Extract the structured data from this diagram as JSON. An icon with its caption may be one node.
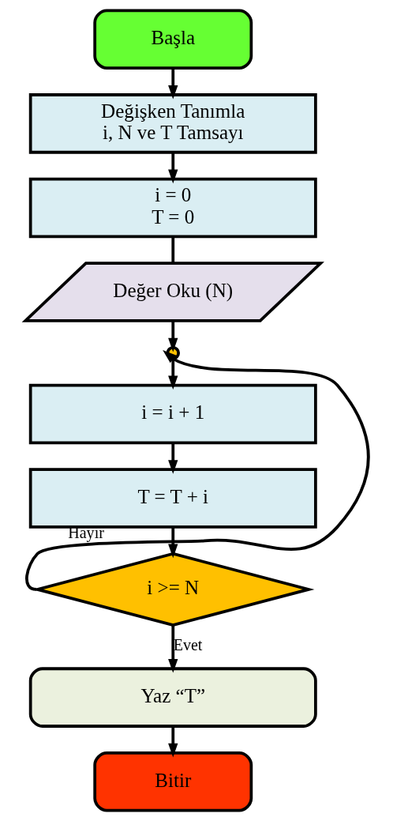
{
  "diagram": {
    "nodes": [
      {
        "text": [
          "Başla"
        ]
      },
      {
        "text": [
          "Değişken Tanımla",
          "i, N ve T Tamsayı"
        ]
      },
      {
        "text": [
          "i = 0",
          "T = 0"
        ]
      },
      {
        "text": [
          "Değer Oku (N)"
        ]
      },
      {
        "text": [],
        "shape": "circle"
      },
      {
        "text": [
          "i = i + 1"
        ]
      },
      {
        "text": [
          "T = T + i"
        ]
      },
      {
        "text": [
          "i >= N"
        ]
      },
      {
        "text": [
          "Yaz “T”"
        ]
      },
      {
        "text": [
          "Bitir"
        ]
      }
    ],
    "edges": [
      {
        "from": 0,
        "to": 1,
        "arrow": "to"
      },
      {
        "from": 1,
        "to": 2,
        "arrow": "to"
      },
      {
        "from": 2,
        "to": 3,
        "arrow": "none"
      },
      {
        "from": 3,
        "to": 4,
        "arrow": "to"
      },
      {
        "from": 4,
        "to": 5,
        "arrow": "to"
      },
      {
        "from": 5,
        "to": 6,
        "arrow": "to"
      },
      {
        "from": 6,
        "to": 7,
        "arrow": "to"
      },
      {
        "from": 7,
        "to": 4,
        "arrow": "to",
        "label": "Hayır"
      },
      {
        "from": 7,
        "to": 8,
        "arrow": "to",
        "label": "Evet"
      },
      {
        "from": 8,
        "to": 9,
        "arrow": "to"
      }
    ]
  }
}
